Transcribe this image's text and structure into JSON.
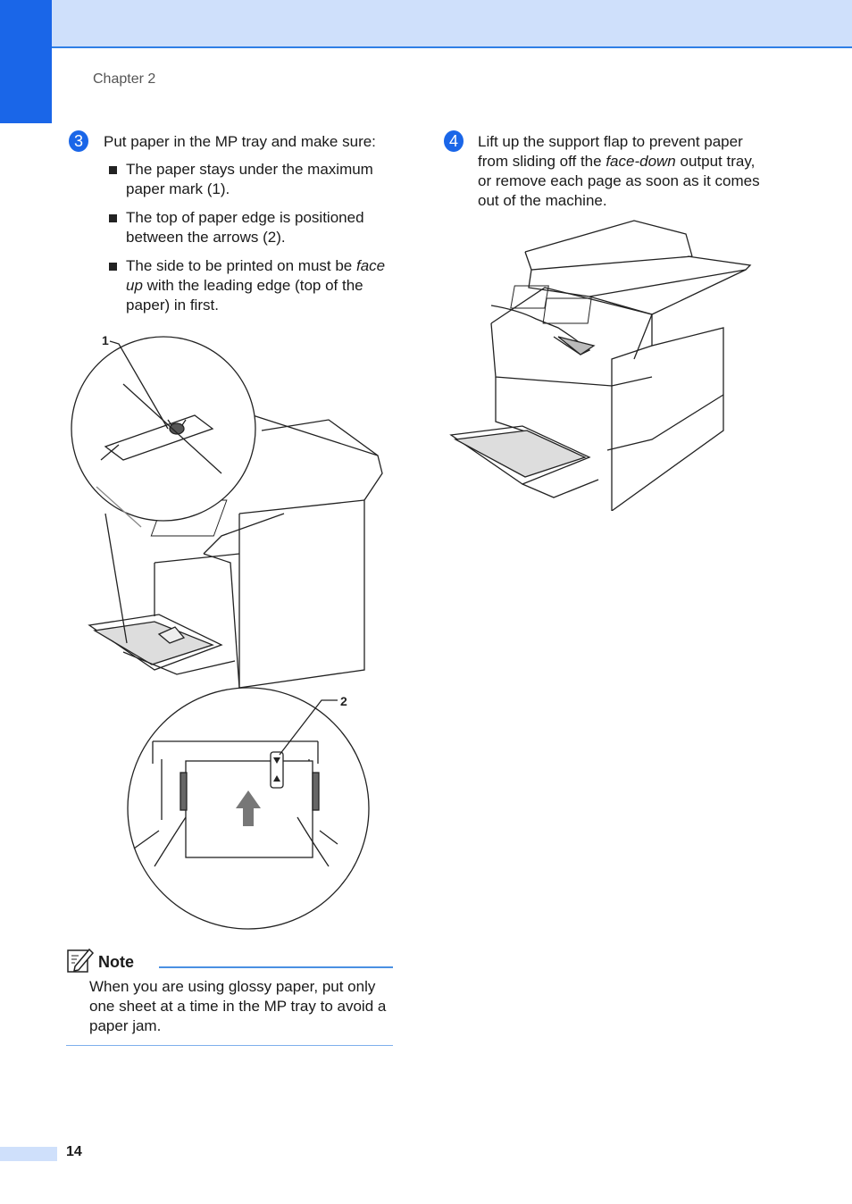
{
  "header": {
    "chapter": "Chapter 2"
  },
  "step3": {
    "number": "3",
    "intro": "Put paper in the MP tray and make sure:",
    "bullets": {
      "b1": "The paper stays under the maximum paper mark (1).",
      "b2": "The top of paper edge is positioned between the arrows (2).",
      "b3_pre": "The side to be printed on must be",
      "b3_em": "face up",
      "b3_post": "with the leading edge (top of the paper) in first."
    },
    "callouts": {
      "c1": "1",
      "c2": "2"
    }
  },
  "step4": {
    "number": "4",
    "text_pre": "Lift up the support flap to prevent paper from sliding off the",
    "text_em": "face-down",
    "text_post": "output tray, or remove each page as soon as it comes out of the machine."
  },
  "note": {
    "title": "Note",
    "text": "When you are using glossy paper, put only one sheet at a time in the MP tray to avoid a paper jam."
  },
  "footer": {
    "page_number": "14"
  },
  "colors": {
    "accent": "#1a66e8",
    "band": "#cfe0fb"
  }
}
